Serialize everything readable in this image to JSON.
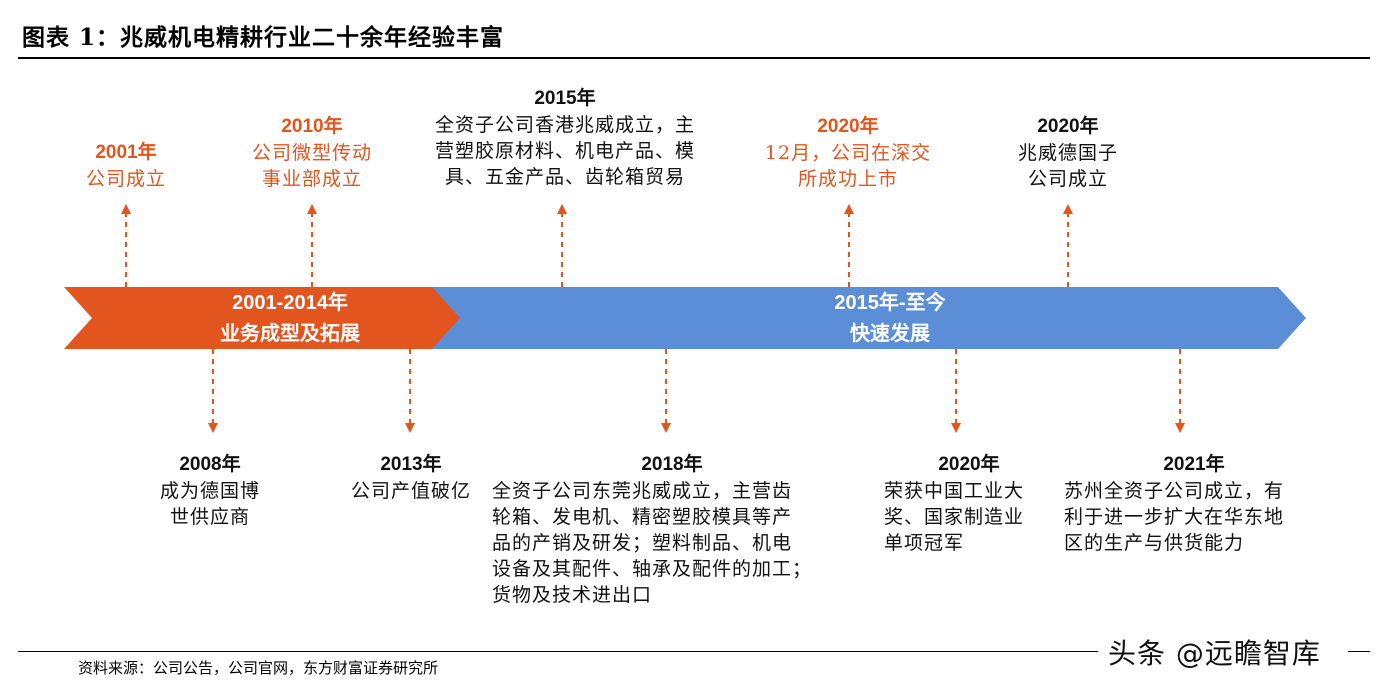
{
  "title": "图表 1：兆威机电精耕行业二十余年经验丰富",
  "colors": {
    "orange": "#E2551F",
    "blue": "#5B8ED6"
  },
  "bands": [
    {
      "years": "2001-2014年",
      "label": "业务成型及拓展"
    },
    {
      "years": "2015年-至今",
      "label": "快速发展"
    }
  ],
  "top_events": [
    {
      "year": "2001年",
      "text": "公司成立"
    },
    {
      "year": "2010年",
      "text": "公司微型传动\n事业部成立"
    },
    {
      "year": "2015年",
      "text": "全资子公司香港兆威成立，主\n营塑胶原材料、机电产品、模\n具、五金产品、齿轮箱贸易"
    },
    {
      "year": "2020年",
      "text": "12月，公司在深交\n所成功上市"
    },
    {
      "year": "2020年",
      "text": "兆威德国子\n公司成立"
    }
  ],
  "bottom_events": [
    {
      "year": "2008年",
      "text": "成为德国博\n世供应商"
    },
    {
      "year": "2013年",
      "text": "公司产值破亿"
    },
    {
      "year": "2018年",
      "text": "全资子公司东莞兆威成立，主营齿\n轮箱、发电机、精密塑胶模具等产\n品的产销及研发；塑料制品、机电\n设备及其配件、轴承及配件的加工；\n货物及技术进出口"
    },
    {
      "year": "2020年",
      "text": "荣获中国工业大\n奖、国家制造业\n单项冠军"
    },
    {
      "year": "2021年",
      "text": "苏州全资子公司成立，有\n利于进一步扩大在华东地\n区的生产与供货能力"
    }
  ],
  "source": "资料来源：公司公告，公司官网，东方财富证券研究所",
  "watermark": "头条 @远瞻智库"
}
